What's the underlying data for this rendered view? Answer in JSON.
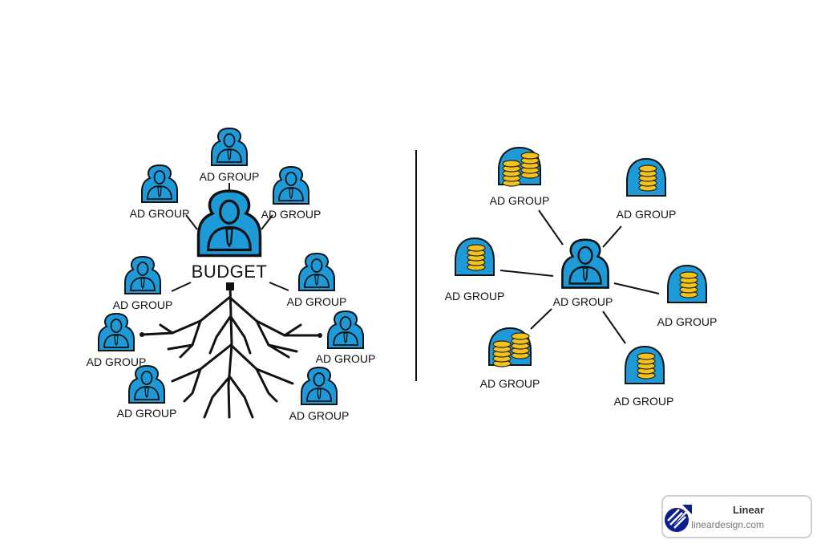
{
  "left_diagram": {
    "center_label": "BUDGET",
    "node_labels": [
      "AD GROUP",
      "AD GROUP",
      "AD GROUP",
      "AD GROUP",
      "AD GROUP",
      "AD GROUP",
      "AD GROUP",
      "AD GROUP",
      "AD GROUP"
    ]
  },
  "right_diagram": {
    "center_label": "AD GROUP",
    "node_labels": [
      "AD GROUP",
      "AD GROUP",
      "AD GROUP",
      "AD GROUP",
      "AD GROUP",
      "AD GROUP"
    ]
  },
  "badge": {
    "title": "Linear",
    "url": "lineardesign.com",
    "logo_icon": "rocket-icon"
  },
  "colors": {
    "person_blue": "#1e9ad8",
    "coin_gold": "#f4c21c",
    "logo_navy": "#0a1f8f"
  }
}
